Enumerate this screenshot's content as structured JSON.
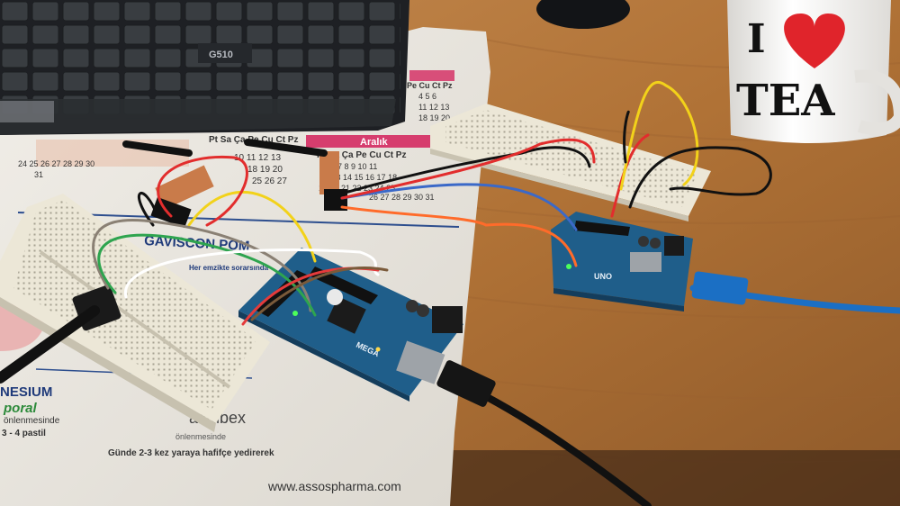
{
  "keyboard": {
    "model_label": "G510"
  },
  "mug": {
    "text_top": "I",
    "text_bottom": "TEA",
    "heart_color": "#e0242b"
  },
  "calendar": {
    "month_name": "Aralık",
    "weekday_header_left": "Pt Sa Ça Pe Cu Ct Pz",
    "weekday_header_right": "Pt Sa Ça Pe Cu Ct Pz",
    "rows_left": [
      "10 11 12 13",
      "18 19 20",
      "25 26 27"
    ],
    "rows_right": [
      "5 6 7 8 9 10 11",
      "12 13 14 15 16 17 18",
      "19 20 21 22 23 24 25",
      "26 27 28 29 30 31"
    ],
    "rows_top": [
      "Pe Cu Ct Pz",
      "4 5 6",
      "11 12 13",
      "18 19 20"
    ],
    "rows_far_left": [
      "24 25 26 27 28 29 30",
      "31"
    ]
  },
  "mousepad": {
    "brand": "GAVISCON POM",
    "brand_note": "Her emzikte sorarsında",
    "product_left": "NESIUM",
    "product_left_sub": "poral",
    "product_left_note": "önlenmesinde",
    "product_left_dose": "3 - 4 pastil",
    "product_right": "actubex",
    "product_right_note": "önlenmesinde",
    "instruction": "Günde 2-3 kez yaraya hafifçe yedirerek",
    "website": "www.assospharma.com"
  },
  "boards": {
    "mega_label": "MEGA",
    "uno_label": "UNO"
  },
  "colors": {
    "desk": "#b5773d",
    "mousepad": "#eeeae2",
    "keyboard": "#2a2d31",
    "breadboard": "#ebe6d6",
    "arduino": "#1f5e8a",
    "usb_cable": "#1b6fc4"
  }
}
